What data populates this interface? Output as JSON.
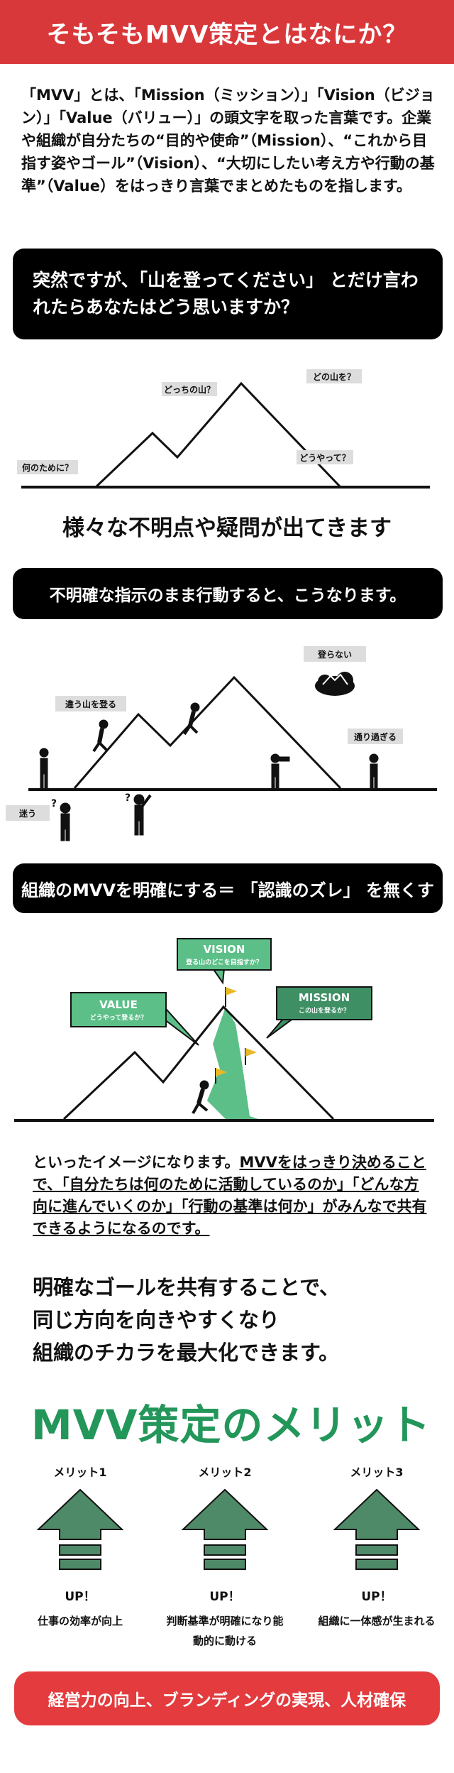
{
  "header": {
    "title": "そもそもMVV策定とはなにか？"
  },
  "intro": {
    "text": "「MVV」とは、「Mission（ミッション）」「Vision（ビジョン）」「Value（バリュー）」の頭文字を取った言葉です。企業や組織が自分たちの“目的や使命”（Mission）、“これから目指す姿やゴール”（Vision）、“大切にしたい考え方や行動の基準”（Value）をはっきり言葉でまとめたものを指します。"
  },
  "question_box": {
    "text": "突然ですが、「山を登ってください」 とだけ言われたらあなたはどう思いますか？"
  },
  "mountain1": {
    "label_why": "何のために？",
    "label_which_mountain": "どっちの山？",
    "label_what_mountain": "どの山を？",
    "label_how": "どうやって？"
  },
  "various_heading": "様々な不明点や疑問が出てきます",
  "unclear_box": {
    "text": "不明確な指示のまま行動すると、こうなります。"
  },
  "mountain2": {
    "label_wrong_mountain": "違う山を登る",
    "label_not_climb": "登らない",
    "label_pass_by": "通り過ぎる",
    "label_lost": "迷う"
  },
  "clarify_box": {
    "text": "組織のMVVを明確にする＝ 「認識のズレ」 を無くす"
  },
  "mountain3": {
    "vision_title": "VISION",
    "vision_sub": "登る山のどこを目指すか？",
    "value_title": "VALUE",
    "value_sub": "どうやって登るか？",
    "mission_title": "MISSION",
    "mission_sub": "この山を登るか？"
  },
  "image_desc": {
    "prefix": "といったイメージになります。",
    "underlined": "MVVをはっきり決めることで、「自分たちは何のために活動しているのか」「どんな方向に進んでいくのか」「行動の基準は何か」がみんなで共有できるようになるのです。"
  },
  "conclusion": {
    "line1": "明確なゴールを共有することで、",
    "line2": "同じ方向を向きやすくなり",
    "line3": "組織のチカラを最大化できます。"
  },
  "merits": {
    "title": "MVV策定のメリット",
    "items": [
      {
        "label": "メリット1",
        "up": "UP！",
        "desc": "仕事の効率が向上"
      },
      {
        "label": "メリット2",
        "up": "UP！",
        "desc": "判断基準が明確になり能動的に動ける"
      },
      {
        "label": "メリット3",
        "up": "UP！",
        "desc": "組織に一体感が生まれる"
      }
    ]
  },
  "footer_box": {
    "text": "経営力の向上、ブランディングの実現、人材確保"
  },
  "colors": {
    "header_red": "#d9383b",
    "merit_green": "#23965a",
    "arrow_green": "#4f8a68",
    "vmv_green": "#5cbf88"
  }
}
